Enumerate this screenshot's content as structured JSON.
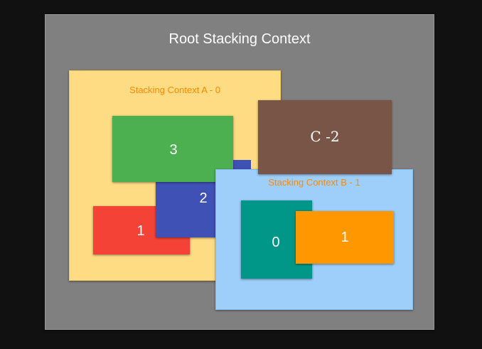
{
  "root": {
    "title": "Root Stacking Context"
  },
  "context_a": {
    "label": "Stacking Context A - 0",
    "children": {
      "green": "3",
      "blue": "2",
      "red": "1"
    }
  },
  "context_b": {
    "label": "Stacking Context B - 1",
    "children": {
      "teal": "0",
      "orange": "1"
    }
  },
  "context_c": {
    "label": "C -2"
  },
  "colors": {
    "background": "#111111",
    "root": "#808080",
    "context_a": "#fedc84",
    "context_b": "#9ecefa",
    "label_text": "#ff8a00",
    "green": "#4caf50",
    "blue": "#3f51b5",
    "red": "#f44336",
    "brown": "#795548",
    "teal": "#009688",
    "orange": "#ff9800"
  }
}
